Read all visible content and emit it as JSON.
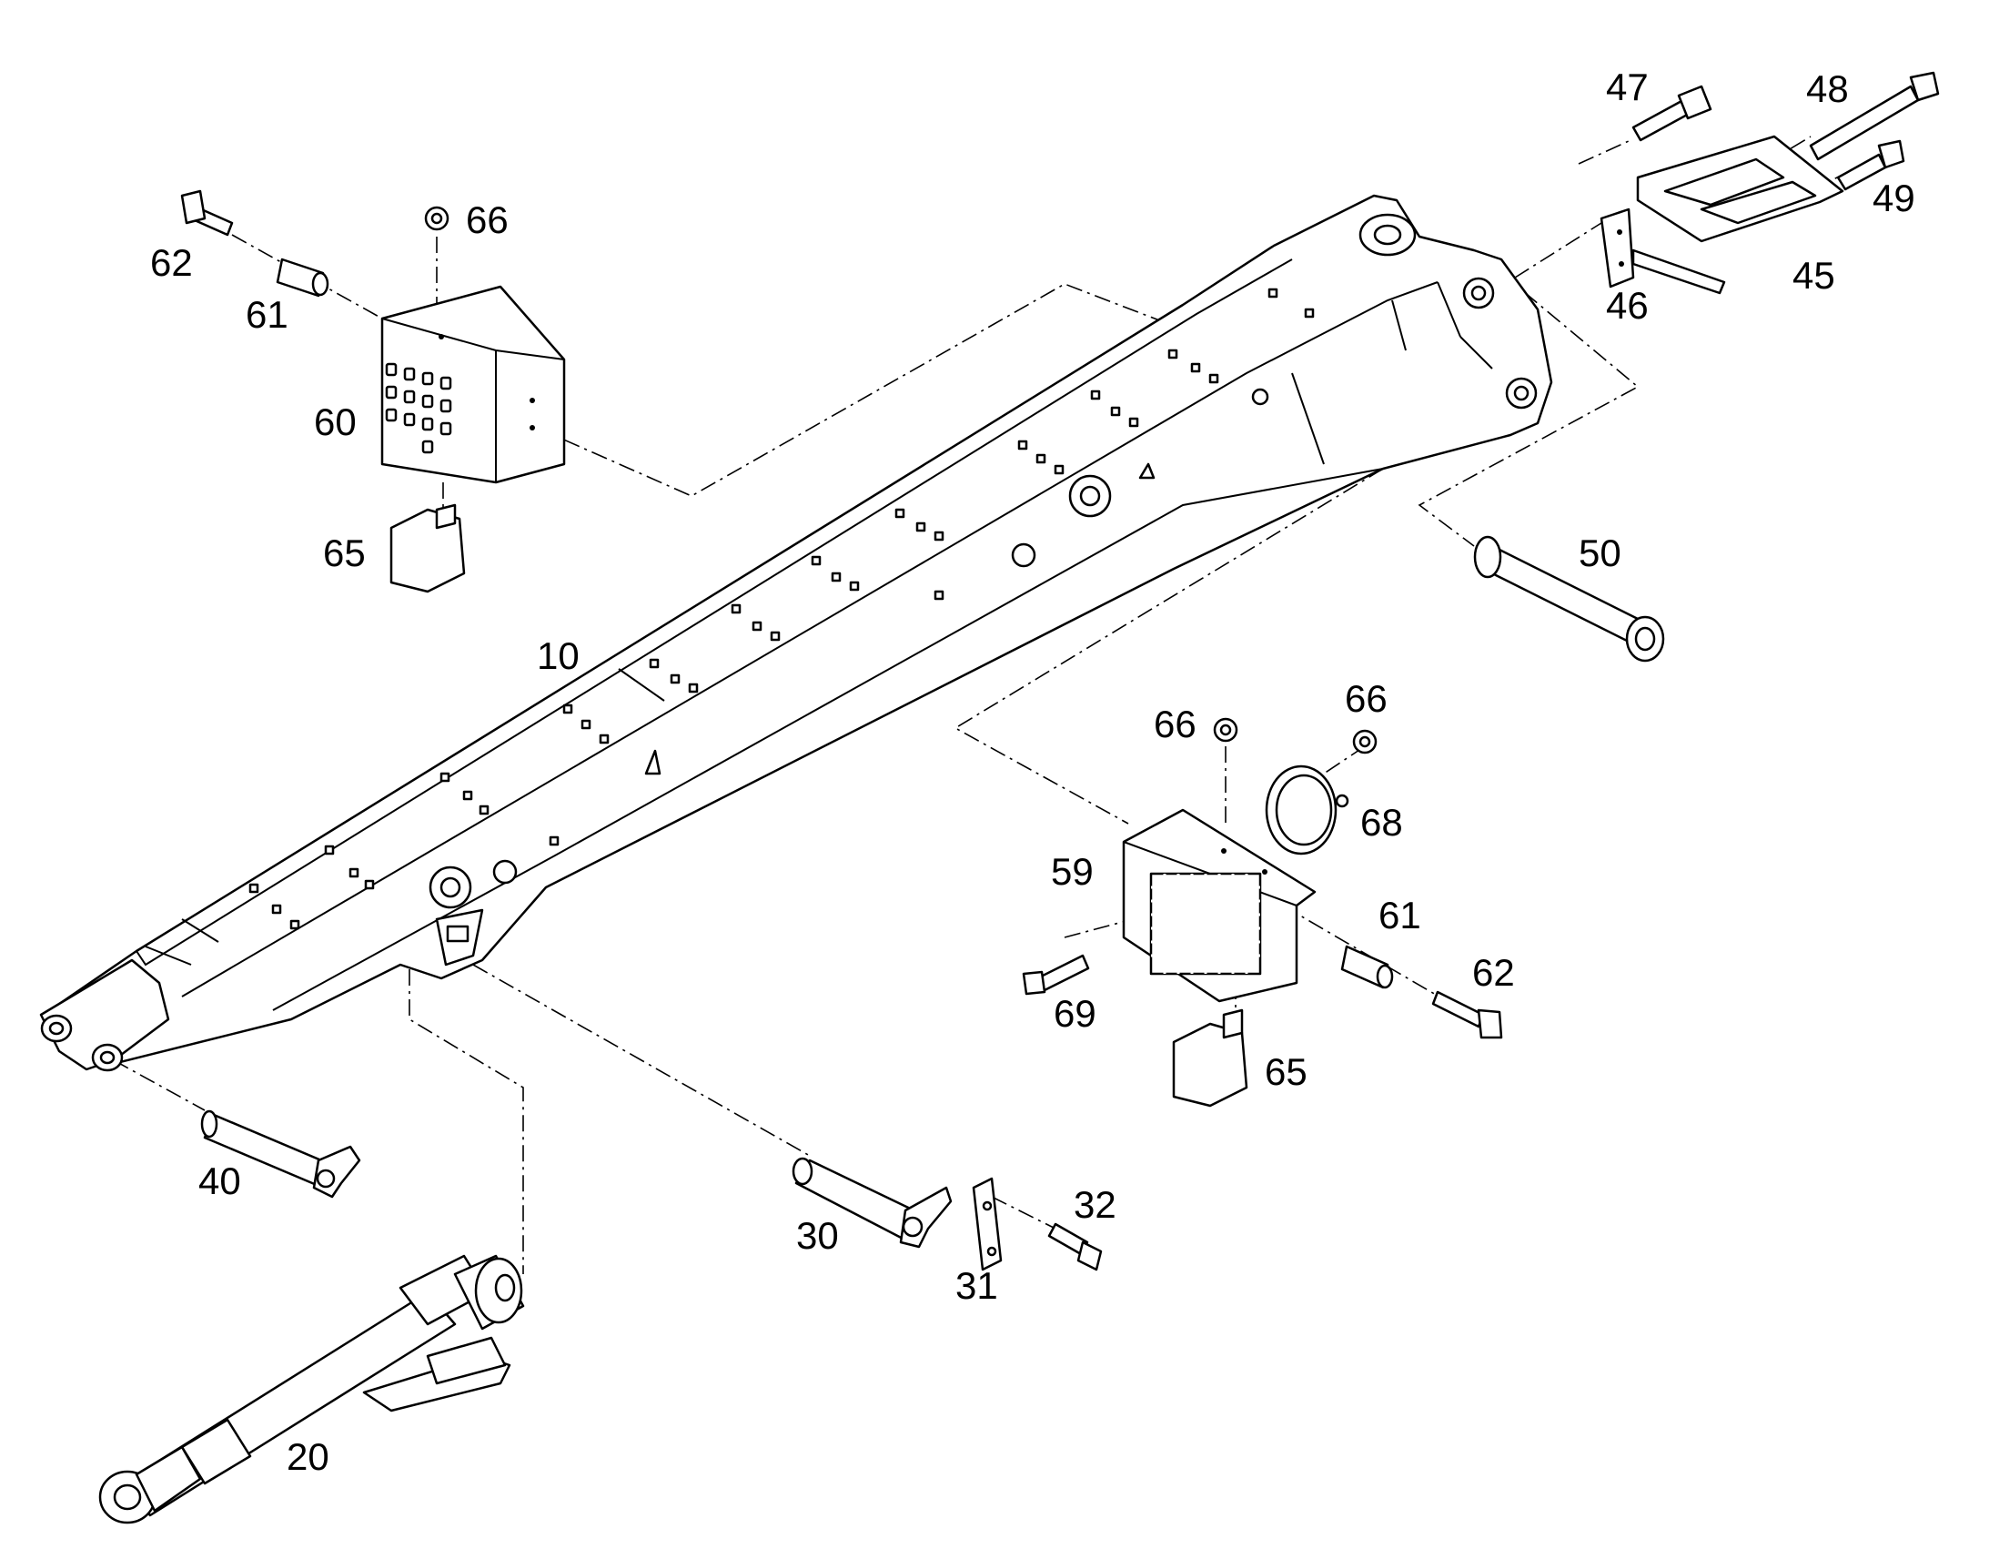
{
  "diagram": {
    "labels": {
      "p10": "10",
      "p20": "20",
      "p30": "30",
      "p31": "31",
      "p32": "32",
      "p40": "40",
      "p45": "45",
      "p46": "46",
      "p47": "47",
      "p48": "48",
      "p49": "49",
      "p50": "50",
      "p59": "59",
      "p60": "60",
      "p61a": "61",
      "p61b": "61",
      "p62a": "62",
      "p62b": "62",
      "p65a": "65",
      "p65b": "65",
      "p66a": "66",
      "p66b": "66",
      "p66c": "66",
      "p68": "68",
      "p69": "69"
    }
  }
}
